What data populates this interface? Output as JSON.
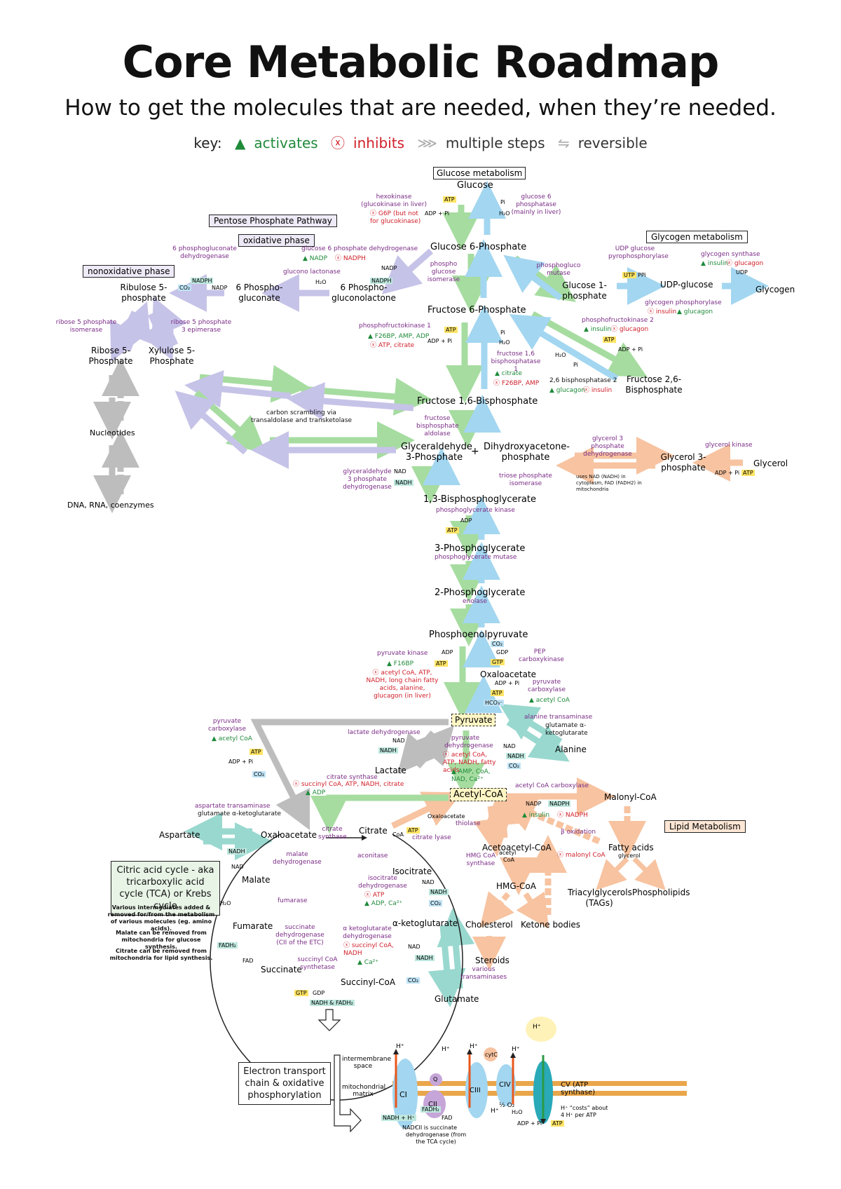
{
  "header": {
    "title": "Core Metabolic Roadmap",
    "subtitle": "How to get the molecules that are needed, when they’re needed."
  },
  "key": {
    "label": "key:",
    "activates": "activates",
    "inhibits": "inhibits",
    "multiple_steps": "multiple steps",
    "reversible": "reversible",
    "activates_symbol": "▲",
    "inhibits_symbol": "ⓧ"
  },
  "colors": {
    "glycolysis_arrow": "#a6dca0",
    "gluconeogenesis_arrow": "#a3d6f0",
    "ppp_arrow": "#c6c3e8",
    "gray_arrow": "#bdbdbd",
    "lipid_arrow": "#f7c3a0",
    "amino_arrow": "#99d8cf",
    "enzyme_text": "#7a2c86",
    "inhibit_text": "#d0202a",
    "activate_text": "#1f8a3a",
    "phosphate_highlight": "#e8571c",
    "atp_box": "#ffe566",
    "nadh_box": "#bfe8df",
    "co2_box": "#bfe3f5",
    "etc_membrane": "#e9a64a"
  },
  "sections": {
    "glucose_metabolism": "Glucose metabolism",
    "pentose_phosphate": "Pentose Phosphate Pathway",
    "oxidative_phase": "oxidative phase",
    "nonoxidative_phase": "nonoxidative phase",
    "glycogen_metabolism": "Glycogen metabolism",
    "lipid_metabolism": "Lipid Metabolism",
    "tca_note": "Citric acid cycle - aka tricarboxylic acid cycle (TCA) or Krebs cycle",
    "tca_small_note_1": "Various intermediates added & removed for/from the metabolism of various molecules (eg. amino acids).",
    "tca_small_note_2": "Malate can be removed from mitochondria for glucose synthesis.",
    "tca_small_note_3": "Citrate can be removed from mitochondria for lipid synthesis.",
    "etc_label": "Electron transport chain & oxidative phosphorylation"
  },
  "metabolites": {
    "glucose": "Glucose",
    "g6p": "Glucose 6-Phosphate",
    "f6p": "Fructose 6-Phosphate",
    "f16bp": "Fructose 1,6-Bisphosphate",
    "gap": "Glyceraldehyde 3-Phosphate",
    "dhap": "Dihydroxyacetone- phosphate",
    "bpg13": "1,3-Bisphosphoglycerate",
    "pg3": "3-Phosphoglycerate",
    "pg2": "2-Phosphoglycerate",
    "pep": "Phosphoenolpyruvate",
    "pyruvate": "Pyruvate",
    "acetylcoa": "Acetyl-CoA",
    "lactate": "Lactate",
    "alanine": "Alanine",
    "oaa_cyto": "Oxaloacetate",
    "ribulose5p": "Ribulose 5-phosphate",
    "ribose5p": "Ribose 5-Phosphate",
    "xylulose5p": "Xylulose 5-Phosphate",
    "phosphogluconate": "6 Phospho- gluconate",
    "phosphogluconolactone": "6 Phospho- gluconolactone",
    "nucleotides": "Nucleotides",
    "dna": "DNA, RNA, coenzymes",
    "g1p": "Glucose 1-phosphate",
    "udpglucose": "UDP-glucose",
    "glycogen": "Glycogen",
    "fructose26bp": "Fructose 2,6-Bisphosphate",
    "glycerol3p": "Glycerol 3-phosphate",
    "glycerol": "Glycerol",
    "malonylcoa": "Malonyl-CoA",
    "fattyacids": "Fatty acids",
    "tags": "Triacylglycerols (TAGs)",
    "phospholipids": "Phospholipids",
    "acetoacetylcoa": "Acetoacetyl-CoA",
    "hmgcoa": "HMG-CoA",
    "cholesterol": "Cholesterol",
    "ketonebodies": "Ketone bodies",
    "steroids": "Steroids",
    "citrate": "Citrate",
    "isocitrate": "Isocitrate",
    "akg": "α-ketoglutarate",
    "succinylcoa": "Succinyl-CoA",
    "succinate": "Succinate",
    "fumarate": "Fumarate",
    "malate": "Malate",
    "oxaloacetate": "Oxaloacetate",
    "aspartate": "Aspartate",
    "glutamate": "Glutamate"
  },
  "enzymes": {
    "hexokinase": "hexokinase (glucokinase in liver)",
    "hexokinase_inh": "ⓧ G6P (but not for glucokinase)",
    "g6pase": "glucose 6 phosphatase (mainly in liver)",
    "pgi": "phospho glucose isomerase",
    "pfk1": "phosphofructokinase 1",
    "pfk1_act": "▲ F26BP, AMP, ADP",
    "pfk1_inh": "ⓧ ATP, citrate",
    "fbpase1": "fructose 1,6 bisphosphatase 1",
    "fbpase1_act": "▲ citrate",
    "fbpase1_inh": "ⓧ F26BP, AMP",
    "pfk2": "phosphofructokinase 2",
    "pfk2_act": "▲ insulin",
    "pfk2_inh": "ⓧ glucagon",
    "fbpase2": "2,6 bisphosphatase 2",
    "fbpase2_act": "▲ glucagon",
    "fbpase2_inh": "ⓧ insulin",
    "aldolase": "fructose bisphosphate aldolase",
    "tpi": "triose phosphate isomerase",
    "gapdh": "glyceraldehyde 3 phosphate dehydrogenase",
    "pgk": "phosphoglycerate kinase",
    "pgm": "phosphoglycerate mutase",
    "enolase": "enolase",
    "pk": "pyruvate kinase",
    "pk_act": "▲ F16BP",
    "pk_inh": "ⓧ acetyl CoA, ATP, NADH, long chain fatty acids, alanine, glucagon (in liver)",
    "pepck": "PEP carboxykinase",
    "pc": "pyruvate carboxylase",
    "pc_act": "▲ acetyl CoA",
    "ldh": "lactate dehydrogenase",
    "pdh": "pyruvate dehydrogenase",
    "pdh_inh": "ⓧ acetyl CoA, ATP, NADH, fatty acids",
    "pdh_act": "▲ AMP, CoA, NAD, Ca²⁺",
    "alt": "alanine transaminase",
    "alt_sub": "glutamate α-ketoglutarate",
    "g6pdh": "glucose 6 phosphate dehydrogenase",
    "g6pdh_act": "▲ NADP",
    "g6pdh_inh": "ⓧ NADPH",
    "lactonase": "glucono lactonase",
    "6pgdh": "6 phosphogluconate dehydrogenase",
    "r5pi": "ribose 5 phosphate isomerase",
    "rpe": "ribose 5 phosphate 3 epimerase",
    "transketolase": "carbon scrambling via transaldolase and transketolase",
    "phosphoglucomutase": "phosphogluco mutase",
    "udp_pyro": "UDP glucose pyrophosphorylase",
    "glycogen_synthase": "glycogen synthase",
    "glycogen_synthase_act": "▲ insulin",
    "glycogen_synthase_inh": "ⓧ glucagon",
    "glycogen_phos": "glycogen phosphorylase",
    "glycogen_phos_inh": "ⓧ insulin",
    "glycogen_phos_act": "▲ glucagon",
    "g3pdh": "glycerol 3 phosphate dehydrogenase",
    "g3pdh_note": "uses NAD (NADH) in cytoplasm, FAD (FADH2) in mitochondria",
    "glycerol_kinase": "glycerol kinase",
    "acc": "acetyl CoA carboxylase",
    "acc_act": "▲ insulin",
    "acc_inh": "ⓧ NADPH",
    "boxidation": "β oxidation",
    "boxidation_inh": "ⓧ malonyl CoA",
    "thiolase": "thiolase",
    "hmgcoa_synthase": "HMG CoA synthase",
    "various_transaminases": "various transaminases",
    "citrate_synthase": "citrate synthase",
    "citrate_synthase_inh": "ⓧ succinyl CoA, ATP, NADH, citrate",
    "citrate_synthase_act": "▲ ADP",
    "citrate_lyase": "citrate lyase",
    "aconitase": "aconitase",
    "idh": "isocitrate dehydrogenase",
    "idh_inh": "ⓧ ATP",
    "idh_act": "▲ ADP, Ca²⁺",
    "akgdh": "α ketoglutarate dehydrogenase",
    "akgdh_inh": "ⓧ succinyl CoA, NADH",
    "akgdh_act": "▲ Ca²⁺",
    "scs": "succinyl CoA synthetase",
    "sdh": "succinate dehydrogenase (CII of the ETC)",
    "fumarase": "fumarase",
    "mdh": "malate dehydrogenase",
    "ast": "aspartate transaminase",
    "ast_sub": "glutamate α-ketoglutarate",
    "ast_pc": "pyruvate carboxylase",
    "ast_pc_act": "▲ acetyl CoA"
  },
  "cofactors": {
    "atp": "ATP",
    "adp_pi": "ADP + Pi",
    "nadp": "NADP",
    "nadph": "NADPH",
    "nad": "NAD",
    "nadh": "NADH",
    "co2": "CO₂",
    "h2o": "H₂O",
    "pi": "Pi",
    "gtp": "GTP",
    "gdp": "GDP",
    "utp": "UTP",
    "ppi": "PPi",
    "udp": "UDP",
    "fadh2": "FADH₂",
    "fad": "FAD",
    "hco3": "HCO₃⁻",
    "coa": "CoA",
    "adp": "ADP",
    "nadh_fadh2": "NADH & FADH₂",
    "plus": "+",
    "glycerol_lbl": "glycerol",
    "acetyl": "acetyl",
    "oxaloacetate_small": "Oxaloacetate"
  },
  "etc": {
    "intermembrane": "intermembrane space",
    "matrix": "mitochondrial matrix",
    "ci": "CI",
    "cii": "CII",
    "ciii": "CIII",
    "civ": "CIV",
    "cv": "CV (ATP synthase)",
    "cytc": "cytC",
    "q": "Q",
    "cii_note": "CII is succinate dehydrogenase (from the TCA cycle)",
    "atp_cost": "H⁺ “costs” about 4 H⁺ per ATP",
    "hplus": "H⁺",
    "o2": "½ O₂",
    "nadh_h": "NADH + H⁺",
    "nad_plus": "NAD⁺",
    "adp_pi_etc": "ADP + Pi"
  }
}
